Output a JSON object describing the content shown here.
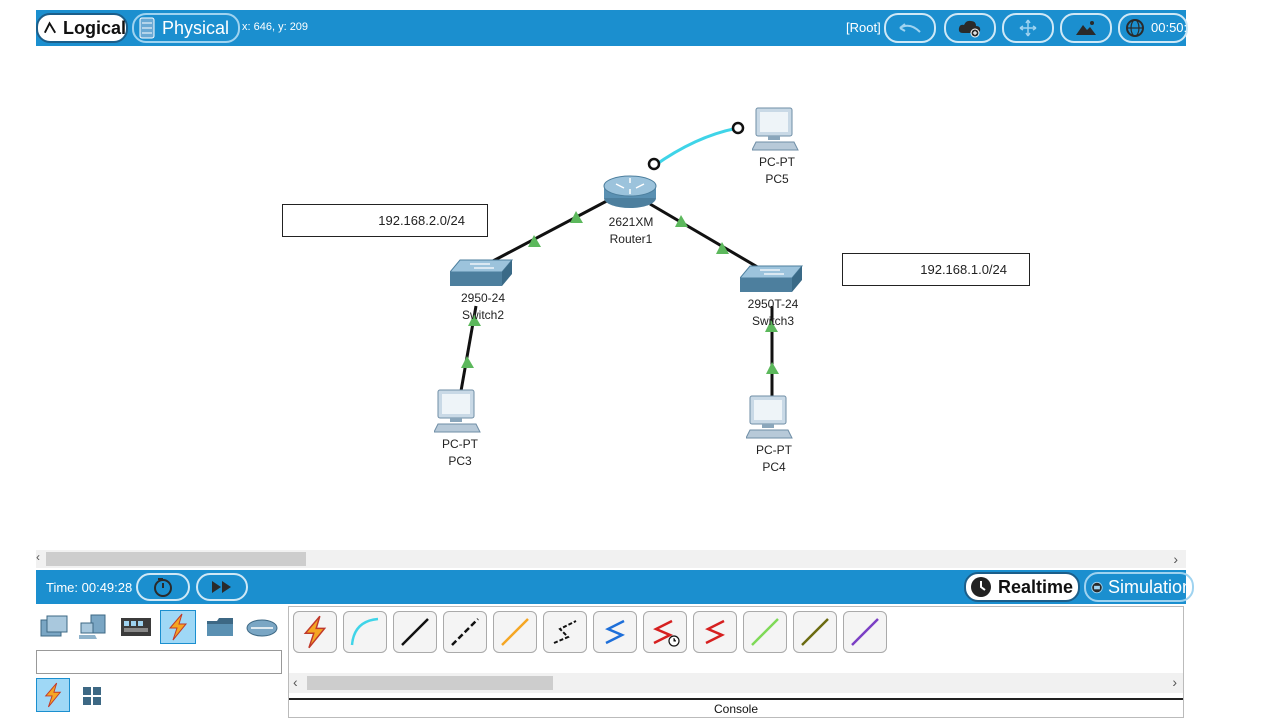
{
  "topbar": {
    "logical_label": "Logical",
    "physical_label": "Physical",
    "coords": "x: 646, y: 209",
    "root_label": "[Root]",
    "clock": "00:50:"
  },
  "notes": [
    {
      "text": "192.168.2.0/24"
    },
    {
      "text": "192.168.1.0/24"
    }
  ],
  "devices": {
    "router1": {
      "model": "2621XM",
      "name": "Router1"
    },
    "switch2": {
      "model": "2950-24",
      "name": "Switch2"
    },
    "switch3": {
      "model": "2950T-24",
      "name": "Switch3"
    },
    "pc3": {
      "model": "PC-PT",
      "name": "PC3"
    },
    "pc4": {
      "model": "PC-PT",
      "name": "PC4"
    },
    "pc5": {
      "model": "PC-PT",
      "name": "PC5"
    }
  },
  "timebar": {
    "time": "Time: 00:49:28",
    "realtime_label": "Realtime",
    "simulation_label": "Simulation"
  },
  "bottom": {
    "console_label": "Console",
    "cables": [
      "automatic",
      "console",
      "copper-straight",
      "copper-cross",
      "fiber",
      "phone",
      "coaxial",
      "serial-dce",
      "serial-dte",
      "octal",
      "iot-custom",
      "usb"
    ]
  },
  "colors": {
    "accent": "#1b8fcf",
    "link_up": "#5cb85c",
    "wireless": "#3fd4e8"
  }
}
